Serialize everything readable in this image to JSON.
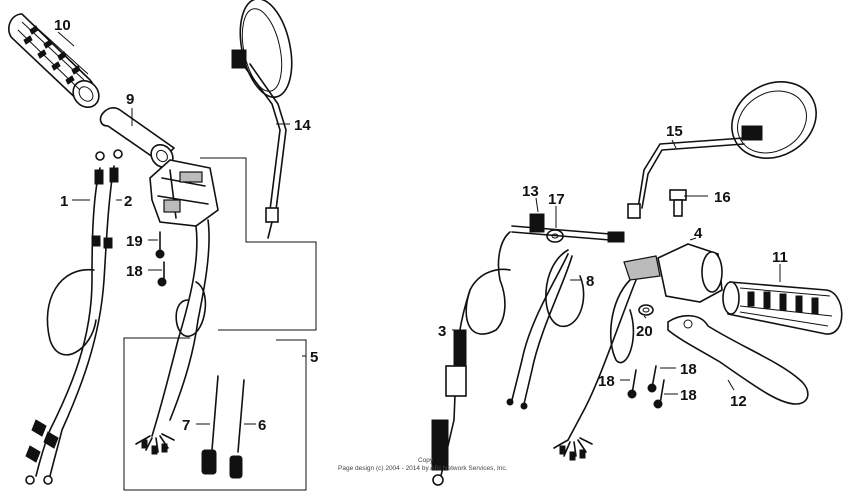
{
  "labels": {
    "p1": "1",
    "p2": "2",
    "p3": "3",
    "p4": "4",
    "p5": "5",
    "p6": "6",
    "p7": "7",
    "p8": "8",
    "p9": "9",
    "p10": "10",
    "p11": "11",
    "p12": "12",
    "p13": "13",
    "p14": "14",
    "p15": "15",
    "p16": "16",
    "p17": "17",
    "p18a": "18",
    "p18b": "18",
    "p18c": "18",
    "p18d": "18",
    "p19": "19",
    "p20": "20"
  },
  "copyright": {
    "line1": "Copy",
    "line2": "Page design (c) 2004 - 2014 by ARI Network Services, Inc."
  }
}
